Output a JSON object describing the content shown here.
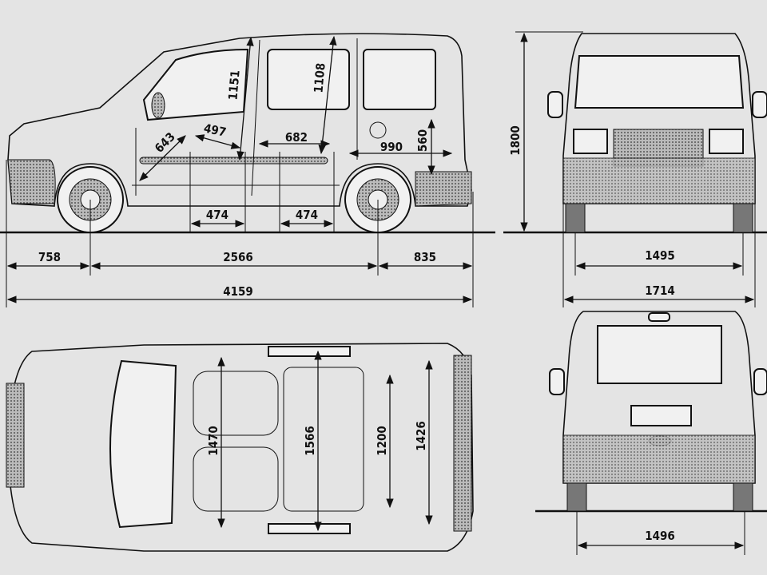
{
  "title": "Vehicle dimensions blueprint",
  "side_view": {
    "front_overhang": "758",
    "wheelbase": "2566",
    "rear_overhang": "835",
    "overall_length": "4159",
    "front_door_height": "1151",
    "sliding_door_height": "1108",
    "front_seat_diag": "643",
    "front_door_width": "497",
    "sliding_door_width": "682",
    "load_floor_length": "990",
    "load_sill_height": "560",
    "front_door_opening": "474",
    "rear_door_opening": "474"
  },
  "front_view": {
    "overall_height": "1800",
    "front_track": "1495",
    "overall_width": "1714"
  },
  "top_view": {
    "front_width": "1470",
    "rear_width": "1566",
    "width_between_arches": "1200",
    "load_width": "1426"
  },
  "rear_view": {
    "rear_track": "1496"
  }
}
